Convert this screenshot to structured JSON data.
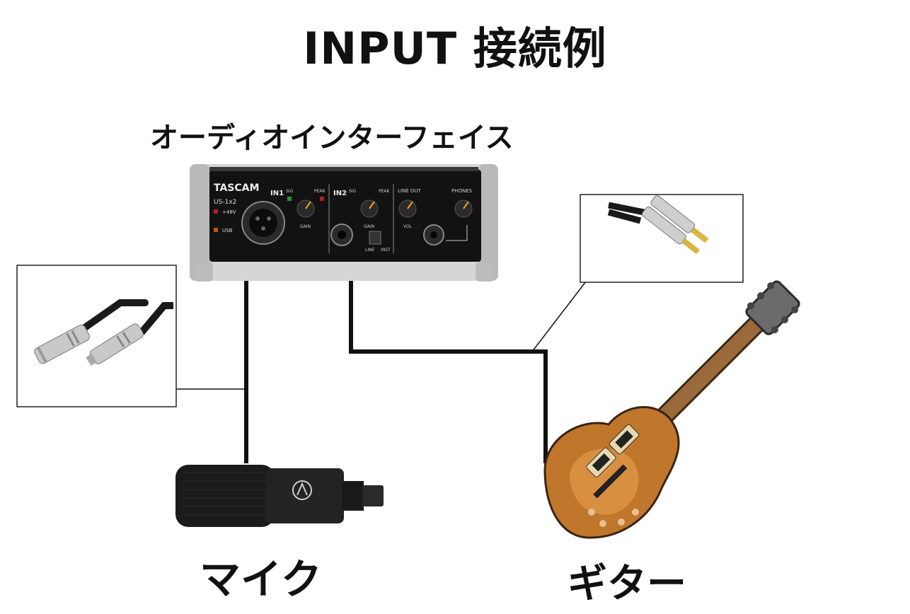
{
  "title": "INPUT 接続例",
  "labels": {
    "interface": "オーディオインターフェイス",
    "microphone": "マイク",
    "guitar": "ギター"
  },
  "device": {
    "brand": "TASCAM",
    "model": "US-1x2",
    "in1": "IN1",
    "in2": "IN2",
    "sig": "SIG",
    "peak": "PEAK",
    "gain": "GAIN",
    "phantom": "+48V",
    "usb": "USB",
    "line_out": "LINE OUT",
    "vol": "VOL",
    "phones": "PHONES",
    "line": "LINE",
    "inst": "INST"
  },
  "colors": {
    "cable": "#111111",
    "knob_accent": "#f2a21b",
    "guitar_body": "#c0762b",
    "guitar_sunburst": "#7a3d14"
  }
}
